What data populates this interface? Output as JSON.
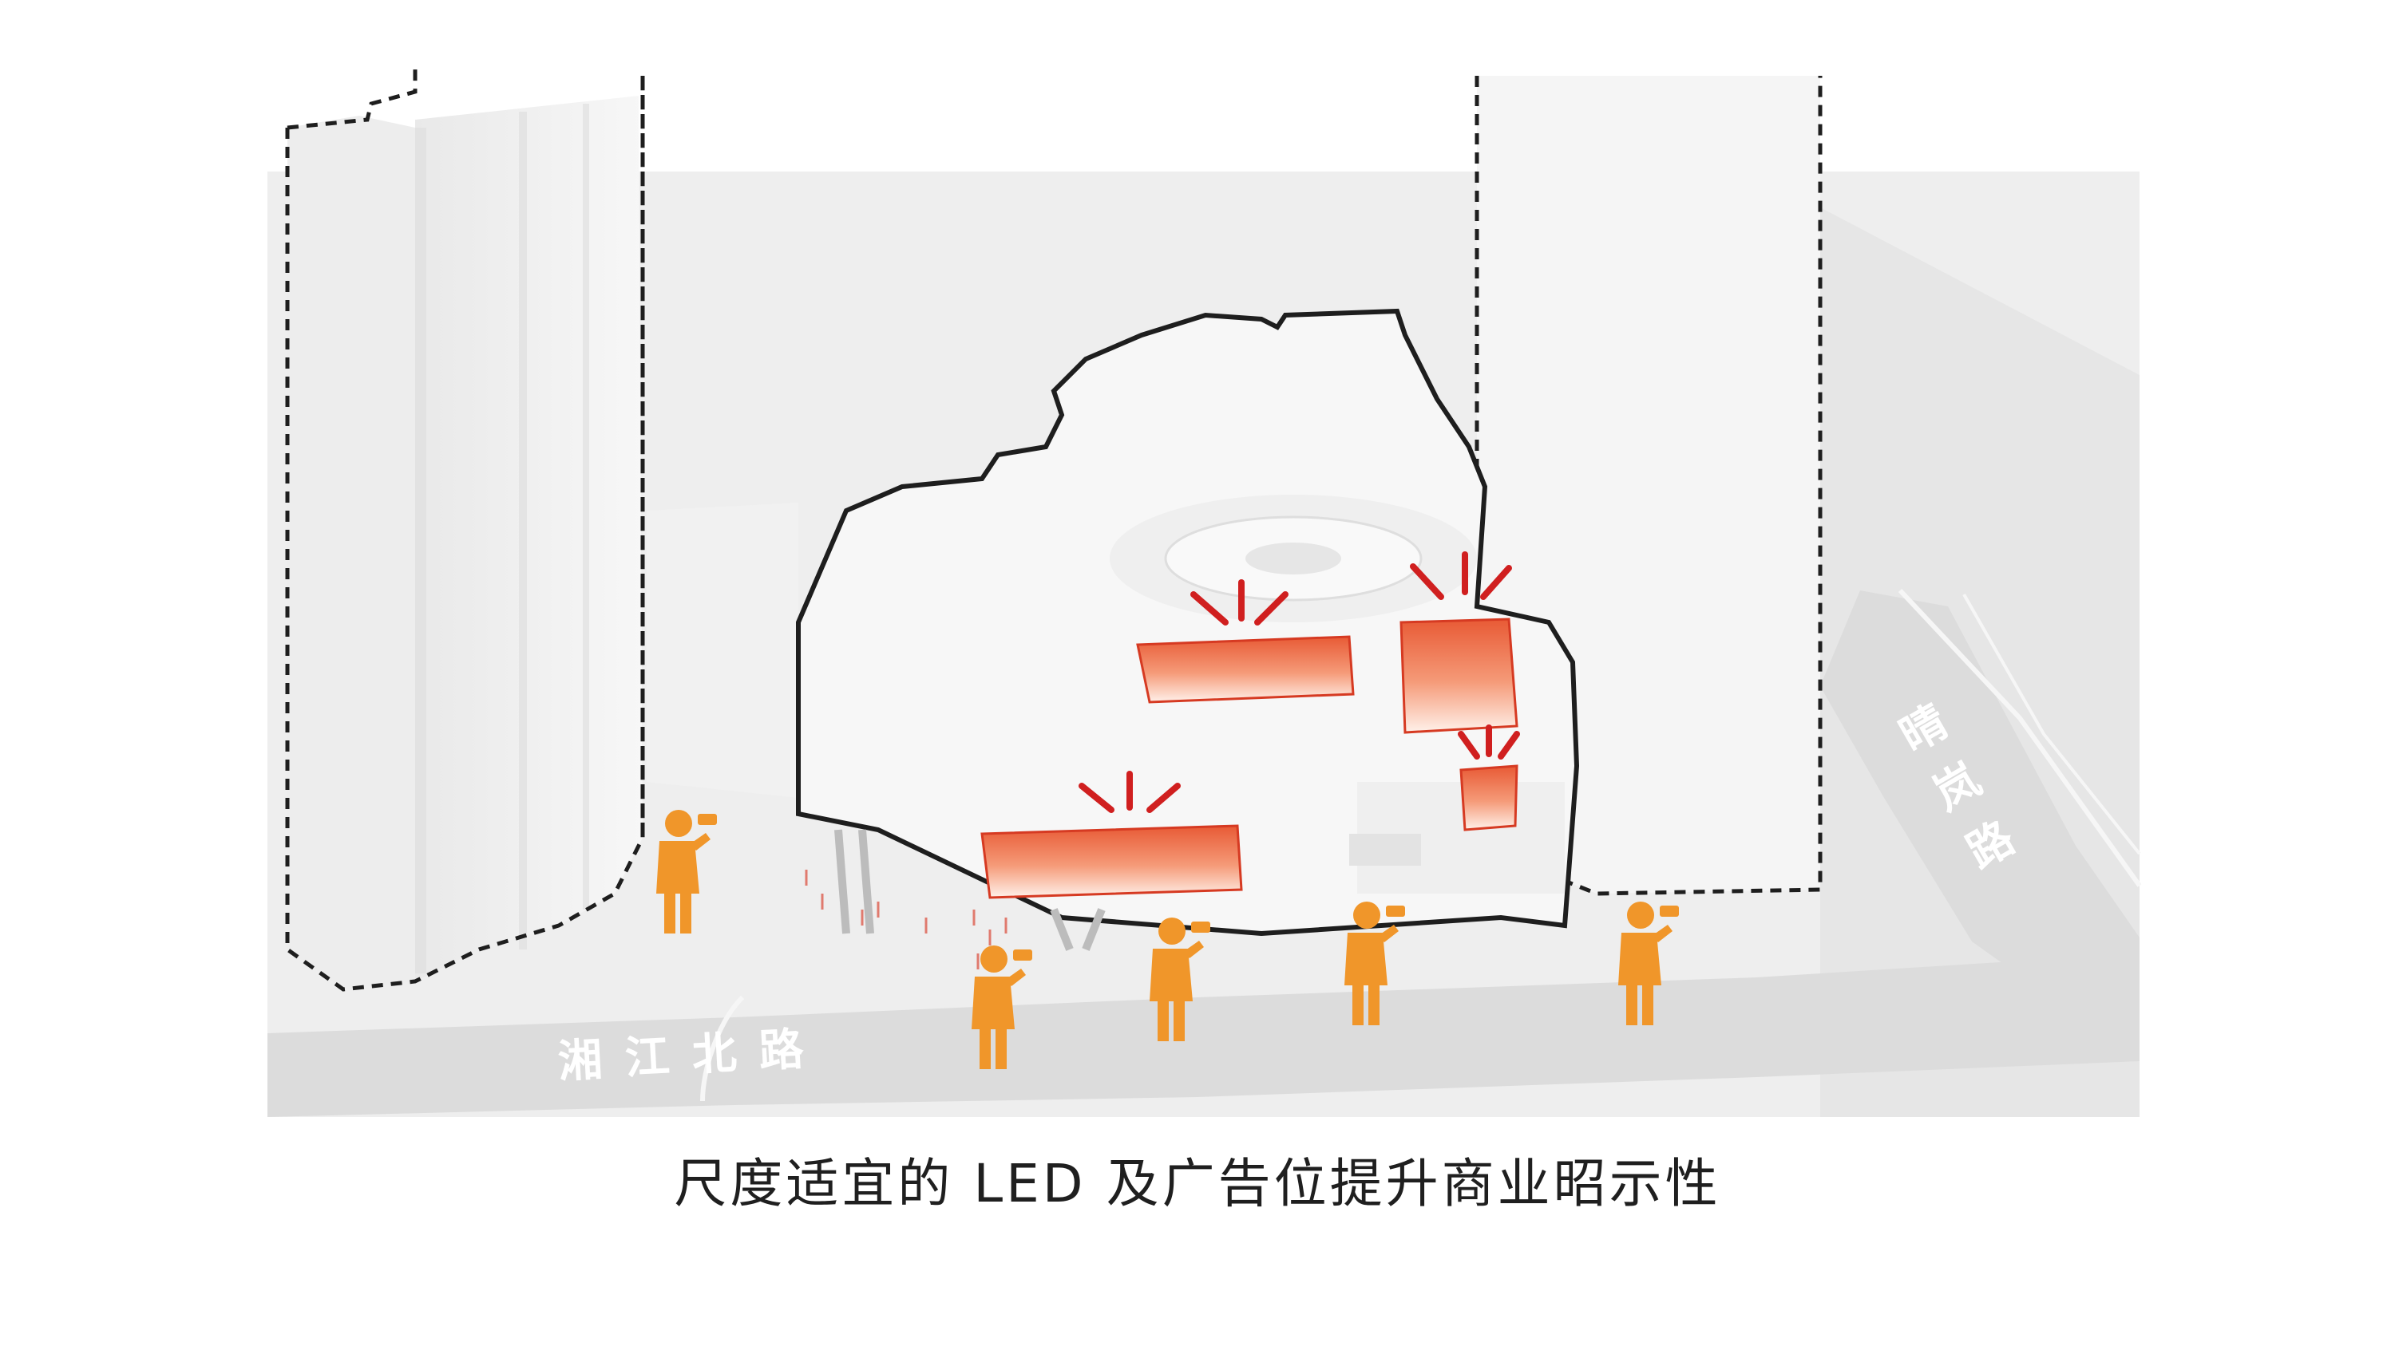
{
  "caption": "尺度适宜的 LED 及广告位提升商业昭示性",
  "road_labels": {
    "xiangjiang_north_road": "湘江北路",
    "qinglan_road": "晴岚路"
  },
  "colors": {
    "background": "#ffffff",
    "ground": "#e8e8e8",
    "building": "#f4f4f4",
    "outline": "#1e1e1e",
    "led_top": "#e85a35",
    "led_bottom": "#fff1ea",
    "glow_lines": "#d01f1f",
    "people": "#f0962a"
  },
  "icons": {
    "person": "person-taking-photo-icon",
    "glow": "led-glow-rays"
  }
}
